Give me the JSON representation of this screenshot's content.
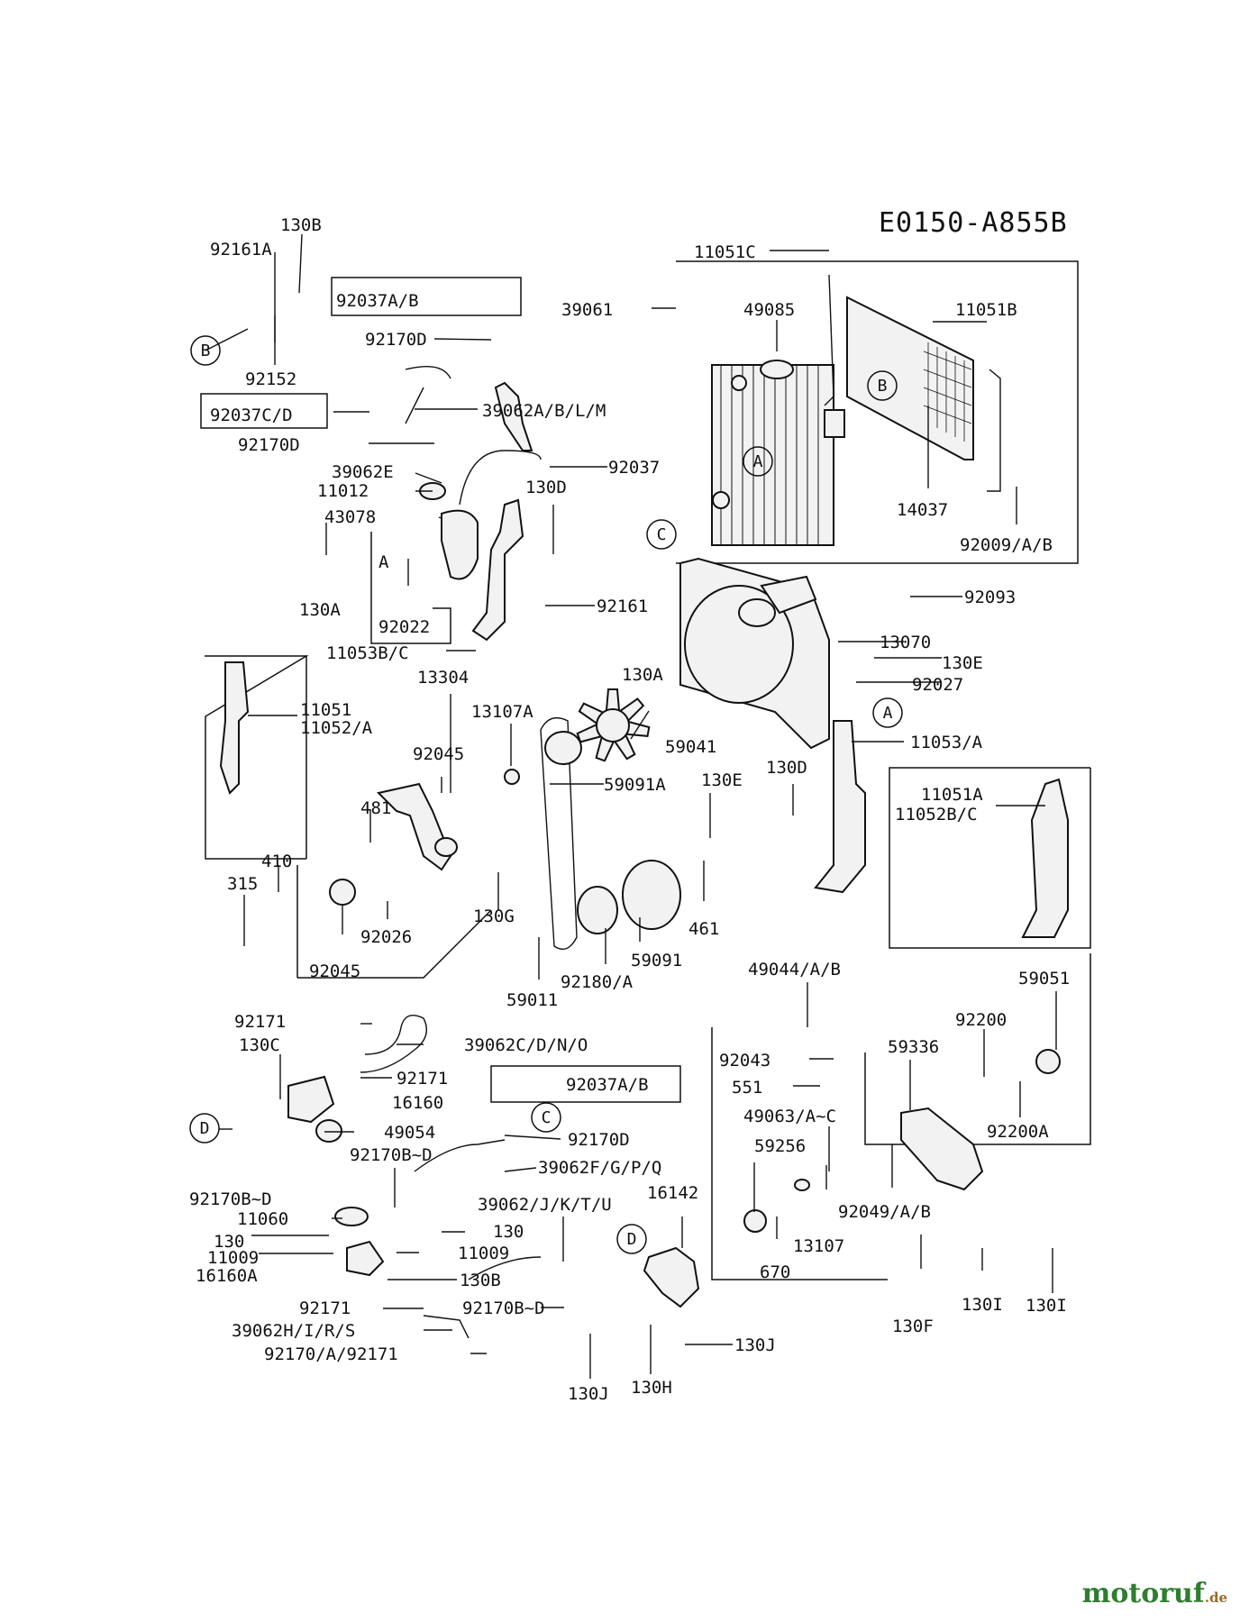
{
  "title": "E0150-A855B",
  "watermark": {
    "main": "motoruf",
    "suffix": ".de"
  },
  "labels": {
    "l130B_top": "130B",
    "l92161A": "92161A",
    "l92152": "92152",
    "l92037AB": "92037A/B",
    "l92170D_a": "92170D",
    "l92037CD": "92037C/D",
    "l92170D_b": "92170D",
    "l39062ABLM": "39062A/B/L/M",
    "l39062E": "39062E",
    "l11012": "11012",
    "l43078": "43078",
    "l130A_left": "130A",
    "l92022": "92022",
    "l92037": "92037",
    "l130D_top": "130D",
    "l92161": "92161",
    "l11053BC": "11053B/C",
    "l39061": "39061",
    "l11051C": "11051C",
    "l49085": "49085",
    "l11051B": "11051B",
    "l14037": "14037",
    "l92009AB": "92009/A/B",
    "l92093": "92093",
    "l13070": "13070",
    "l130E_top": "130E",
    "l92027": "92027",
    "l11053A": "11053/A",
    "l130D_right": "130D",
    "l11051A": "11051A",
    "l11052BC": "11052B/C",
    "l11051": "11051",
    "l11052A": "11052/A",
    "l13304": "13304",
    "l13107A": "13107A",
    "l130A_mid": "130A",
    "l59041": "59041",
    "l92045_a": "92045",
    "l481": "481",
    "l410": "410",
    "l315": "315",
    "l92026": "92026",
    "l92045_b": "92045",
    "l130G": "130G",
    "l59091A": "59091A",
    "l130E_mid": "130E",
    "l461": "461",
    "l59091": "59091",
    "l92180A": "92180/A",
    "l59011": "59011",
    "l49044AB": "49044/A/B",
    "l59051": "59051",
    "l92200": "92200",
    "l59336": "59336",
    "l92043": "92043",
    "l551": "551",
    "l49063AC": "49063/A~C",
    "l92200A": "92200A",
    "l59256": "59256",
    "l92049AB": "92049/A/B",
    "l13107": "13107",
    "l670": "670",
    "l130F": "130F",
    "l130I_a": "130I",
    "l130I_b": "130I",
    "l92171_a": "92171",
    "l130C": "130C",
    "l39062CDNO": "39062C/D/N/O",
    "l92171_b": "92171",
    "l92037AB_b": "92037A/B",
    "l16160": "16160",
    "l49054": "49054",
    "l92170BD_a": "92170B~D",
    "l92170BD_b": "92170B~D",
    "l92170D_c": "92170D",
    "l39062FGPQ": "39062F/G/P/Q",
    "l11060": "11060",
    "l130": "130",
    "l130_b": "130",
    "l11009_a": "11009",
    "l11009_b": "11009",
    "l16160A": "16160A",
    "l130B_bot": "130B",
    "l39062JKTU": "39062/J/K/T/U",
    "l16142": "16142",
    "l92170BD_c": "92170B~D",
    "l92171_c": "92171",
    "l39062HIRS": "39062H/I/R/S",
    "l92170A92171": "92170/A/92171",
    "l130J_a": "130J",
    "l130H": "130H",
    "l130J_b": "130J"
  },
  "callouts": {
    "B_left": "B",
    "B_rad": "B",
    "A_rad": "A",
    "C_rad": "C",
    "A_frame": "A",
    "A_plain": "A",
    "D_left": "D",
    "C_hose": "C",
    "D_pump": "D"
  }
}
